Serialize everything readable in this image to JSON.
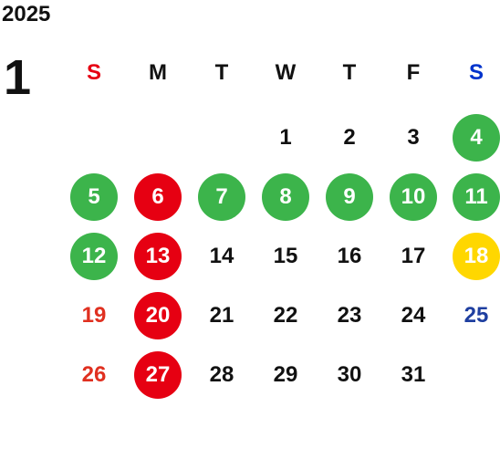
{
  "calendar": {
    "year": "2025",
    "month": "1",
    "weekdays": [
      {
        "label": "S",
        "color": "#e60012"
      },
      {
        "label": "M",
        "color": "#111111"
      },
      {
        "label": "T",
        "color": "#111111"
      },
      {
        "label": "W",
        "color": "#111111"
      },
      {
        "label": "T",
        "color": "#111111"
      },
      {
        "label": "F",
        "color": "#111111"
      },
      {
        "label": "S",
        "color": "#0033cc"
      }
    ],
    "colors": {
      "green": "#3cb44b",
      "red": "#e60012",
      "yellow": "#ffd700",
      "sunday_text": "#e03020",
      "saturday_text": "#1f3fa0",
      "default_text": "#111111"
    },
    "days": [
      {
        "day": "1",
        "col": 3,
        "row": 0,
        "fill": null,
        "text": "default_text"
      },
      {
        "day": "2",
        "col": 4,
        "row": 0,
        "fill": null,
        "text": "default_text"
      },
      {
        "day": "3",
        "col": 5,
        "row": 0,
        "fill": null,
        "text": "default_text"
      },
      {
        "day": "4",
        "col": 6,
        "row": 0,
        "fill": "green"
      },
      {
        "day": "5",
        "col": 0,
        "row": 1,
        "fill": "green"
      },
      {
        "day": "6",
        "col": 1,
        "row": 1,
        "fill": "red"
      },
      {
        "day": "7",
        "col": 2,
        "row": 1,
        "fill": "green"
      },
      {
        "day": "8",
        "col": 3,
        "row": 1,
        "fill": "green"
      },
      {
        "day": "9",
        "col": 4,
        "row": 1,
        "fill": "green"
      },
      {
        "day": "10",
        "col": 5,
        "row": 1,
        "fill": "green"
      },
      {
        "day": "11",
        "col": 6,
        "row": 1,
        "fill": "green"
      },
      {
        "day": "12",
        "col": 0,
        "row": 2,
        "fill": "green"
      },
      {
        "day": "13",
        "col": 1,
        "row": 2,
        "fill": "red"
      },
      {
        "day": "14",
        "col": 2,
        "row": 2,
        "fill": null,
        "text": "default_text"
      },
      {
        "day": "15",
        "col": 3,
        "row": 2,
        "fill": null,
        "text": "default_text"
      },
      {
        "day": "16",
        "col": 4,
        "row": 2,
        "fill": null,
        "text": "default_text"
      },
      {
        "day": "17",
        "col": 5,
        "row": 2,
        "fill": null,
        "text": "default_text"
      },
      {
        "day": "18",
        "col": 6,
        "row": 2,
        "fill": "yellow"
      },
      {
        "day": "19",
        "col": 0,
        "row": 3,
        "fill": null,
        "text": "sunday_text"
      },
      {
        "day": "20",
        "col": 1,
        "row": 3,
        "fill": "red"
      },
      {
        "day": "21",
        "col": 2,
        "row": 3,
        "fill": null,
        "text": "default_text"
      },
      {
        "day": "22",
        "col": 3,
        "row": 3,
        "fill": null,
        "text": "default_text"
      },
      {
        "day": "23",
        "col": 4,
        "row": 3,
        "fill": null,
        "text": "default_text"
      },
      {
        "day": "24",
        "col": 5,
        "row": 3,
        "fill": null,
        "text": "default_text"
      },
      {
        "day": "25",
        "col": 6,
        "row": 3,
        "fill": null,
        "text": "saturday_text"
      },
      {
        "day": "26",
        "col": 0,
        "row": 4,
        "fill": null,
        "text": "sunday_text"
      },
      {
        "day": "27",
        "col": 1,
        "row": 4,
        "fill": "red"
      },
      {
        "day": "28",
        "col": 2,
        "row": 4,
        "fill": null,
        "text": "default_text"
      },
      {
        "day": "29",
        "col": 3,
        "row": 4,
        "fill": null,
        "text": "default_text"
      },
      {
        "day": "30",
        "col": 4,
        "row": 4,
        "fill": null,
        "text": "default_text"
      },
      {
        "day": "31",
        "col": 5,
        "row": 4,
        "fill": null,
        "text": "default_text"
      }
    ]
  }
}
